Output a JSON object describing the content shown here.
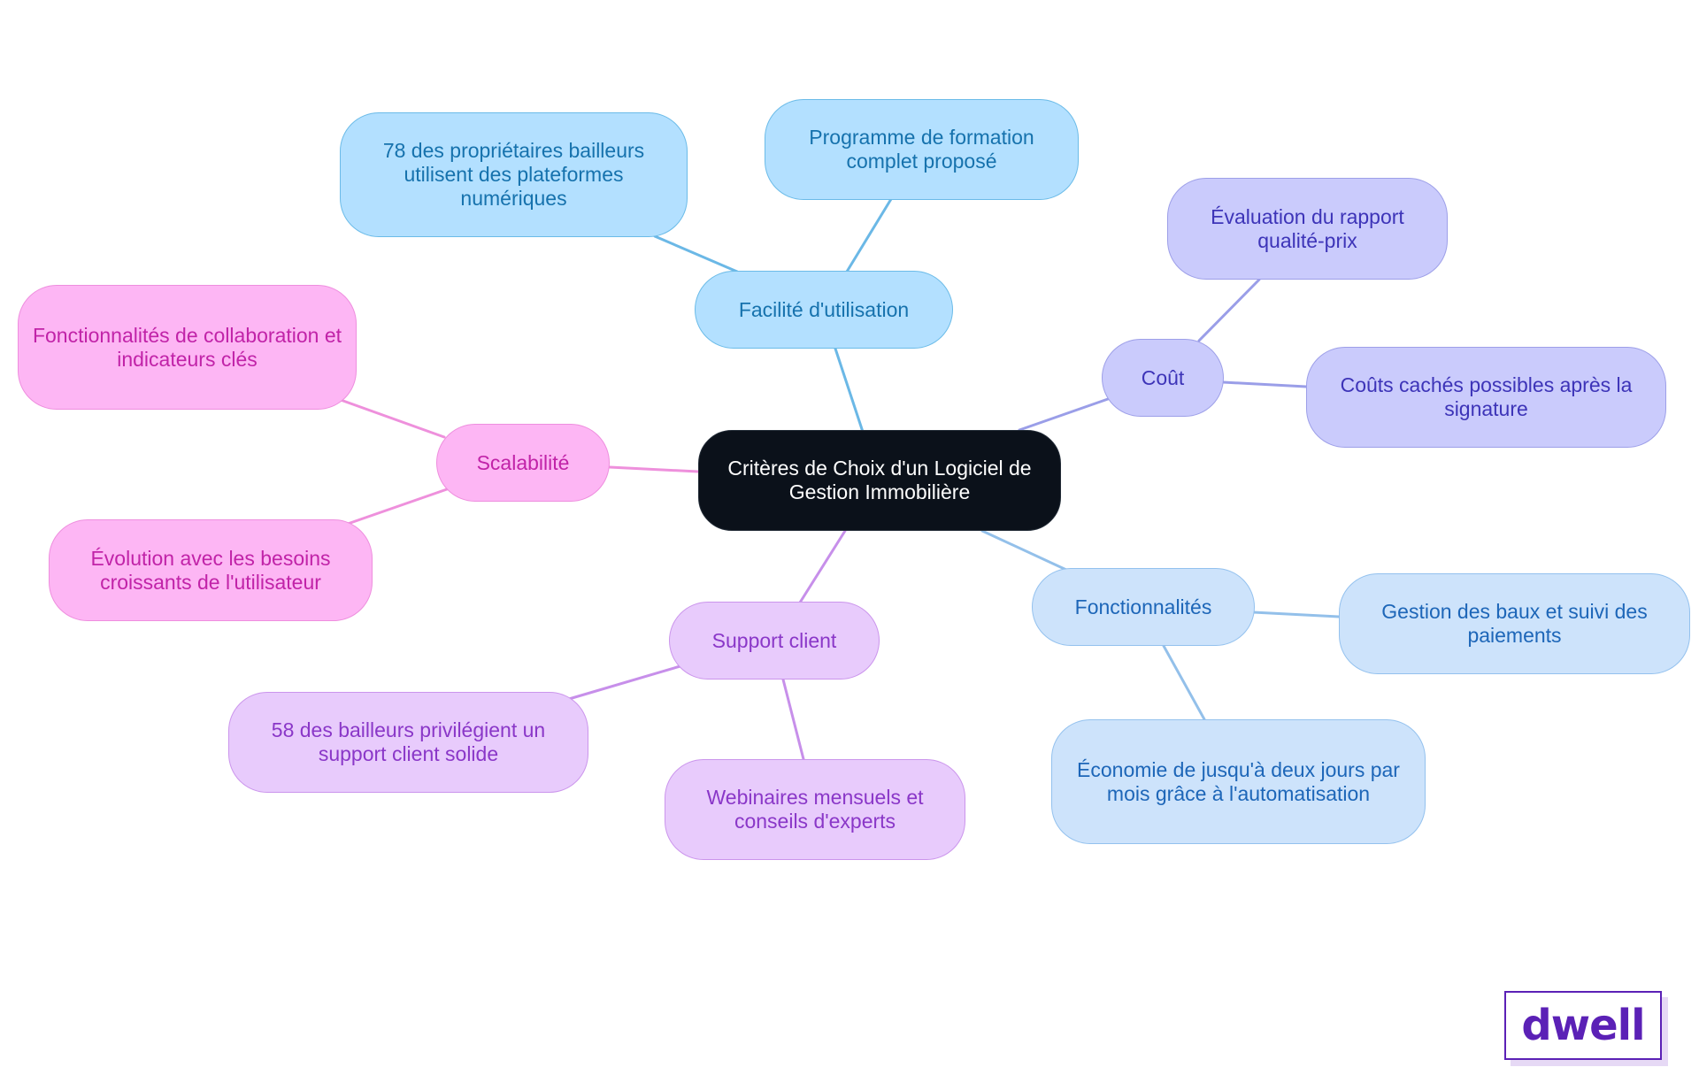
{
  "diagram": {
    "center": {
      "id": "root",
      "label": "Critères de Choix d'un Logiciel de Gestion Immobilière",
      "bg": "#0b111a",
      "border": "#222b36",
      "text": "#ffffff"
    },
    "branches": [
      {
        "id": "usability",
        "label": "Facilité d'utilisation",
        "bg": "#b3e0ff",
        "border": "#6bbbe8",
        "text": "#1672ad",
        "line": "#6bb8e6",
        "children": [
          {
            "id": "usability-1",
            "label": "78 des propriétaires bailleurs utilisent des plateformes numériques"
          },
          {
            "id": "usability-2",
            "label": "Programme de formation complet proposé"
          }
        ]
      },
      {
        "id": "cost",
        "label": "Coût",
        "bg": "#cacbfc",
        "border": "#9d9fe8",
        "text": "#3d34b8",
        "line": "#9a9ee8",
        "children": [
          {
            "id": "cost-1",
            "label": "Évaluation du rapport qualité-prix"
          },
          {
            "id": "cost-2",
            "label": "Coûts cachés possibles après la signature"
          }
        ]
      },
      {
        "id": "features",
        "label": "Fonctionnalités",
        "bg": "#cde3fb",
        "border": "#93c1ee",
        "text": "#1d66b8",
        "line": "#93c0ea",
        "children": [
          {
            "id": "features-1",
            "label": "Gestion des baux et suivi des paiements"
          },
          {
            "id": "features-2",
            "label": "Économie de jusqu'à deux jours par mois grâce à l'automatisation"
          }
        ]
      },
      {
        "id": "support",
        "label": "Support client",
        "bg": "#e8cbfc",
        "border": "#cb95ec",
        "text": "#8a37c8",
        "line": "#c78fea",
        "children": [
          {
            "id": "support-1",
            "label": "58 des bailleurs privilégient un support client solide"
          },
          {
            "id": "support-2",
            "label": "Webinaires mensuels et conseils d'experts"
          }
        ]
      },
      {
        "id": "scalability",
        "label": "Scalabilité",
        "bg": "#fdb6f4",
        "border": "#ee8ede",
        "text": "#c123a8",
        "line": "#ee90dc",
        "children": [
          {
            "id": "scalability-1",
            "label": "Fonctionnalités de collaboration et indicateurs clés"
          },
          {
            "id": "scalability-2",
            "label": "Évolution avec les besoins croissants de l'utilisateur"
          }
        ]
      }
    ]
  },
  "brand": {
    "logo_text": "dwell"
  }
}
